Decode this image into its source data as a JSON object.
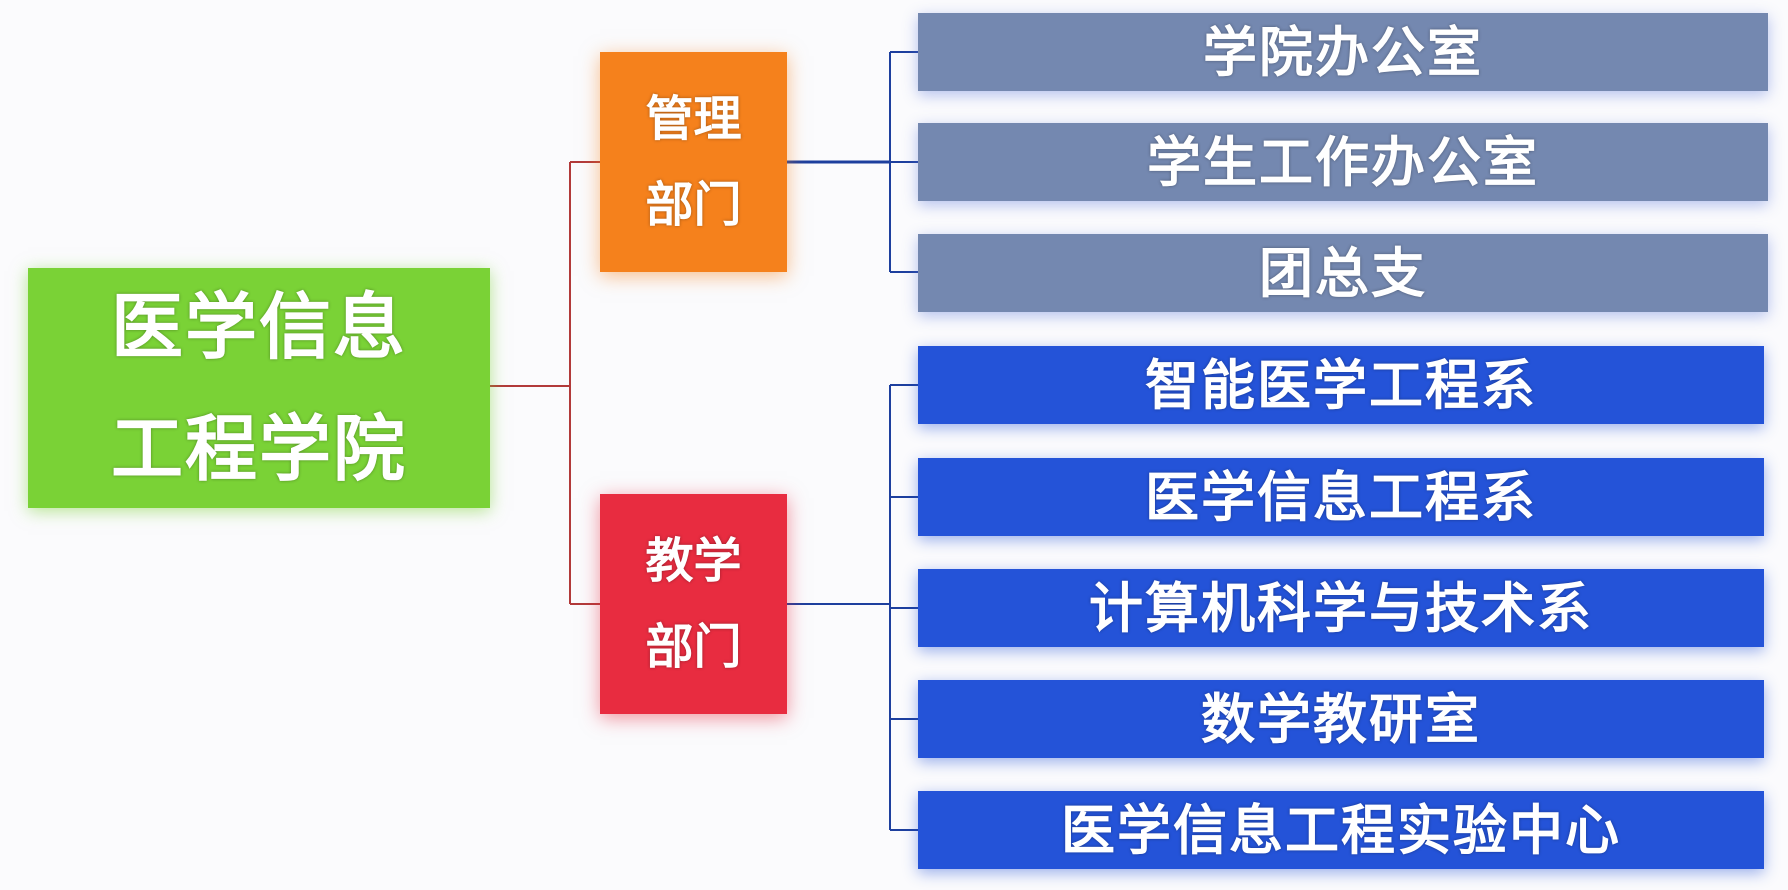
{
  "root": {
    "label_line1": "医学信息",
    "label_line2": "工程学院",
    "color": "#7ad236"
  },
  "departments": [
    {
      "line1": "管理",
      "line2": "部门",
      "color": "#f5811c",
      "units": [
        "学院办公室",
        "学生工作办公室",
        "团总支"
      ],
      "unit_color": "#7488b0"
    },
    {
      "line1": "教学",
      "line2": "部门",
      "color": "#e82c40",
      "units": [
        "智能医学工程系",
        "医学信息工程系",
        "计算机科学与技术系",
        "数学教研室",
        "医学信息工程实验中心"
      ],
      "unit_color": "#2453d8"
    }
  ],
  "connector_colors": {
    "root_branch": "#b23a3a",
    "unit_branch": "#1d3f9e"
  }
}
